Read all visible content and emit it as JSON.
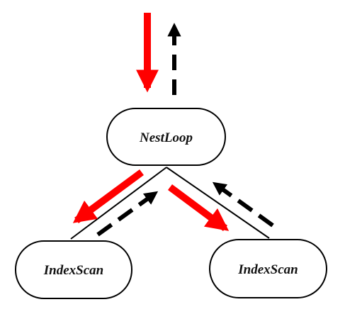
{
  "nodes": {
    "top": {
      "label": "NestLoop"
    },
    "left": {
      "label": "IndexScan"
    },
    "right": {
      "label": "IndexScan"
    }
  },
  "colors": {
    "request_arrow": "#ff0000",
    "return_arrow": "#000000",
    "node_stroke": "#000000",
    "node_fill": "#ffffff"
  }
}
